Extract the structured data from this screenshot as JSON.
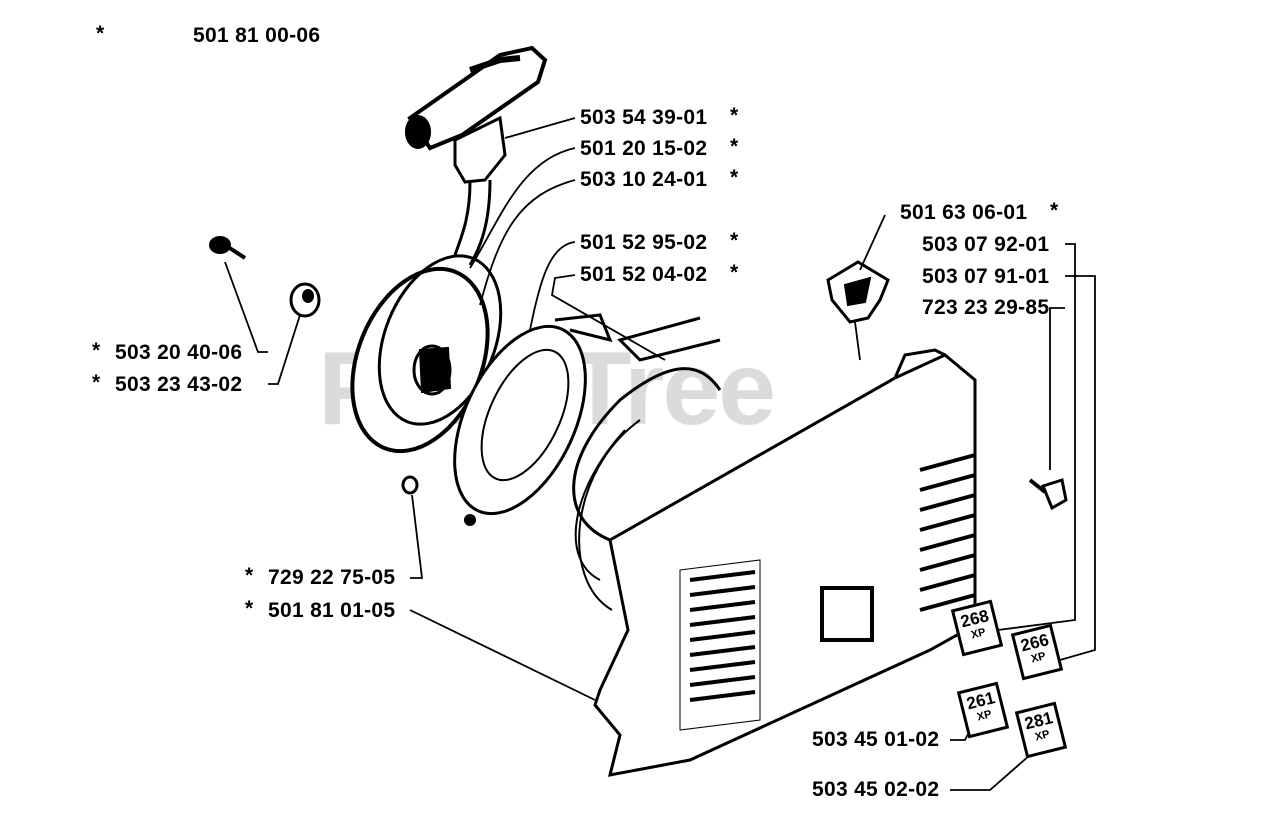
{
  "watermark": "PartsTree",
  "header": {
    "asterisk": "*",
    "assembly_part": "501 81 00-06"
  },
  "parts": [
    {
      "id": "p1",
      "number": "503 54 39-01",
      "asterisk": "*"
    },
    {
      "id": "p2",
      "number": "501 20 15-02",
      "asterisk": "*"
    },
    {
      "id": "p3",
      "number": "503 10 24-01",
      "asterisk": "*"
    },
    {
      "id": "p4",
      "number": "501 52 95-02",
      "asterisk": "*"
    },
    {
      "id": "p5",
      "number": "501 52 04-02",
      "asterisk": "*"
    },
    {
      "id": "p6",
      "number": "501 63 06-01",
      "asterisk": "*"
    },
    {
      "id": "p7",
      "number": "503 07 92-01",
      "asterisk": ""
    },
    {
      "id": "p8",
      "number": "503 07 91-01",
      "asterisk": ""
    },
    {
      "id": "p9",
      "number": "723 23 29-85",
      "asterisk": ""
    },
    {
      "id": "p10",
      "number": "503 20 40-06",
      "asterisk": "*"
    },
    {
      "id": "p11",
      "number": "503 23 43-02",
      "asterisk": "*"
    },
    {
      "id": "p12",
      "number": "729 22 75-05",
      "asterisk": "*"
    },
    {
      "id": "p13",
      "number": "501 81 01-05",
      "asterisk": "*"
    },
    {
      "id": "p14",
      "number": "503 45 01-02",
      "asterisk": ""
    },
    {
      "id": "p15",
      "number": "503 45 02-02",
      "asterisk": ""
    }
  ],
  "decals": [
    {
      "model": "268",
      "suffix": "XP"
    },
    {
      "model": "266",
      "suffix": "XP"
    },
    {
      "model": "261",
      "suffix": "XP"
    },
    {
      "model": "281",
      "suffix": "XP"
    }
  ]
}
